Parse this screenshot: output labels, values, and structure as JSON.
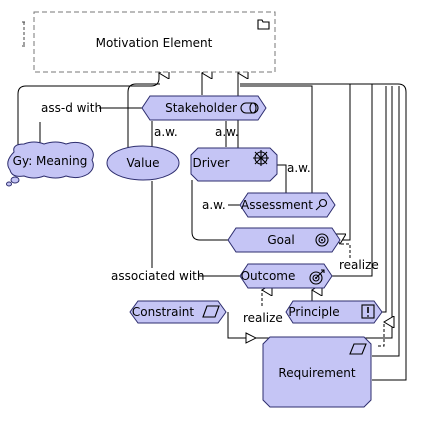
{
  "diagram": {
    "nodes": {
      "motivation_element": "Motivation Element",
      "stakeholder": "Stakeholder",
      "meaning": "Gy: Meaning",
      "value": "Value",
      "driver": "Driver",
      "assessment": "Assessment",
      "goal": "Goal",
      "outcome": "Outcome",
      "constraint": "Constraint",
      "principle": "Principle",
      "requirement": "Requirement"
    },
    "edge_labels": {
      "ass_d_with": "ass-d with",
      "aw_stakeholder_value": "a.w.",
      "aw_stakeholder_driver": "a.w.",
      "aw_driver_assessment": "a.w.",
      "aw_assessment_goal": "a.w.",
      "associated_with": "associated with",
      "realize_goal": "realize",
      "realize_requirement": "realize"
    }
  }
}
